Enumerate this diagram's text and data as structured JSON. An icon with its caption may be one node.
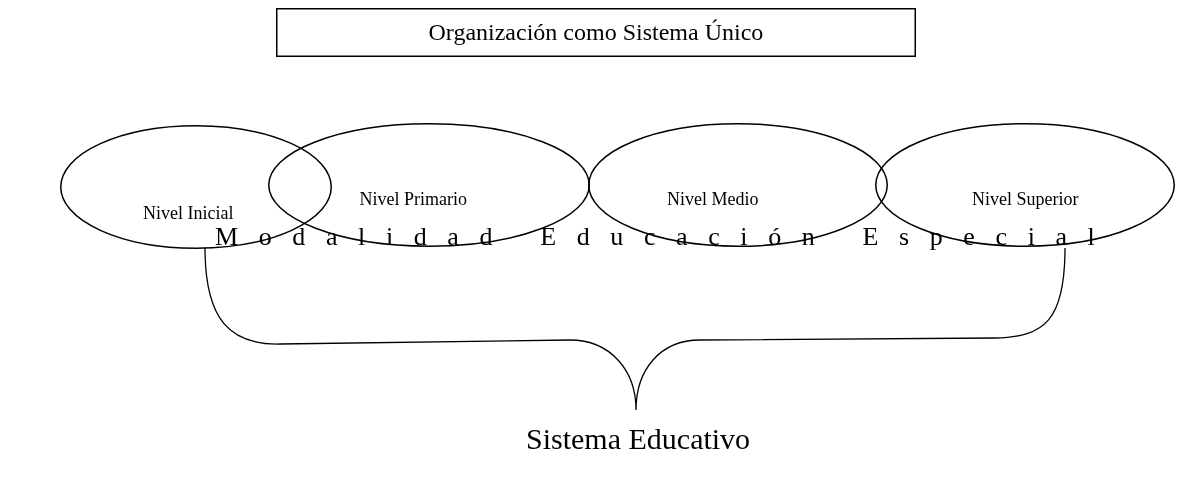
{
  "diagram": {
    "nodes": [
      {
        "text": [
          "Organización como Sistema Único"
        ]
      },
      {
        "text": [
          "Nivel Inicial"
        ]
      },
      {
        "text": [
          "Nivel Primario"
        ]
      },
      {
        "text": [
          "Nivel Medio"
        ]
      },
      {
        "text": [
          "Nivel Superior"
        ]
      }
    ],
    "labels": [
      "Modalidad Educación Especial",
      "Sistema Educativo"
    ]
  }
}
